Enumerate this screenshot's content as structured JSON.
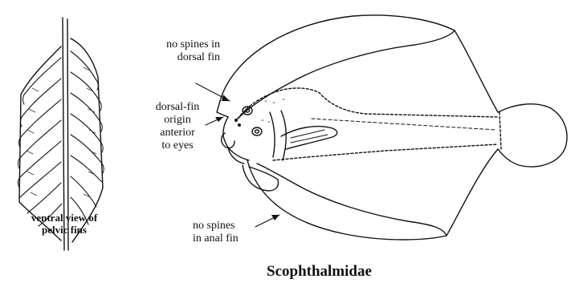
{
  "labels": {
    "dorsal_spines": [
      "no spines in",
      "dorsal fin"
    ],
    "dorsal_origin": [
      "dorsal-fin",
      "origin",
      "anterior",
      "to eyes"
    ],
    "anal_spines": [
      "no spines",
      "in anal fin"
    ],
    "pelvic_view": [
      "ventral view of",
      "pelvic fins"
    ]
  },
  "title": "Scophthalmidae",
  "colors": {
    "ink": "#111111",
    "background": "#ffffff"
  }
}
